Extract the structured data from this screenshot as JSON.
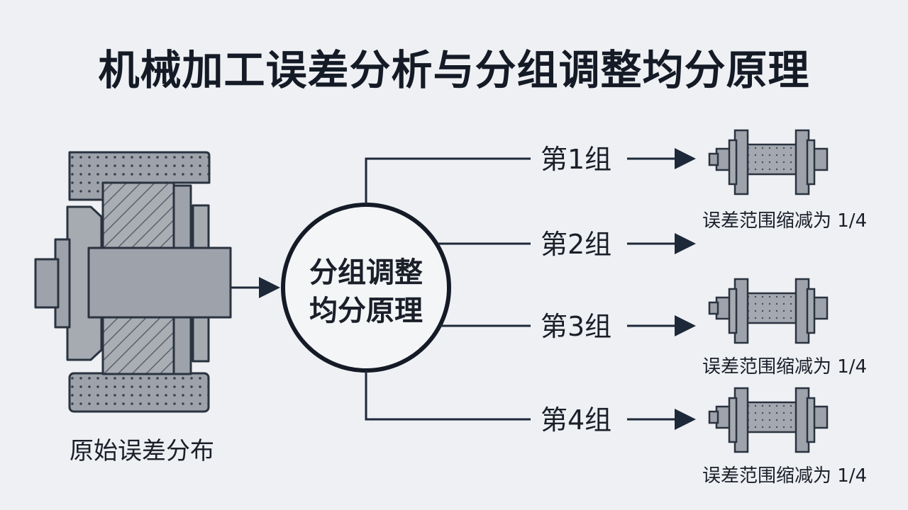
{
  "title": "机械加工误差分析与分组调整均分原理",
  "source_label": "原始误差分布",
  "hub": {
    "line1": "分组调整",
    "line2": "均分原理"
  },
  "groups": [
    {
      "label": "第1组",
      "note": "误差范围缩减为 1/4"
    },
    {
      "label": "第2组",
      "note": ""
    },
    {
      "label": "第3组",
      "note": "误差范围缩减为 1/4"
    },
    {
      "label": "第4组",
      "note": "误差范围缩减为 1/4"
    }
  ],
  "colors": {
    "background": "#eef0f3",
    "line": "#1d2838",
    "part_fill": "#9ea3ab",
    "part_stroke": "#2a3340"
  }
}
